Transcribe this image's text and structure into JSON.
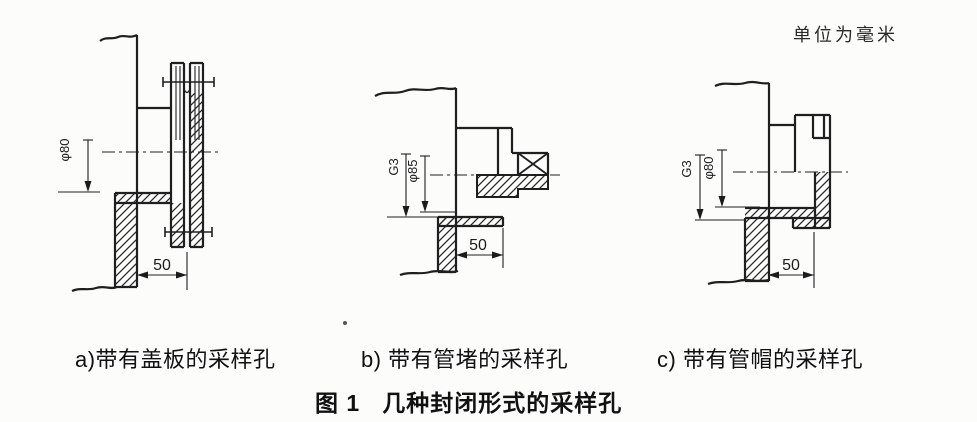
{
  "unit_note": "单位为毫米",
  "figure_caption": {
    "prefix": "图 1",
    "title": "几种封闭形式的采样孔"
  },
  "diagrams": {
    "a": {
      "caption": "a)带有盖板的采样孔",
      "dims": {
        "phi": "φ80",
        "width": "50"
      }
    },
    "b": {
      "caption": "b) 带有管堵的采样孔",
      "dims": {
        "thread": "G3",
        "phi": "φ85",
        "width": "50"
      }
    },
    "c": {
      "caption": "c) 带有管帽的采样孔",
      "dims": {
        "thread": "G3",
        "phi": "φ80",
        "width": "50"
      }
    }
  },
  "line_color": "#1f1f1f",
  "background_color": "#fcfcfb"
}
